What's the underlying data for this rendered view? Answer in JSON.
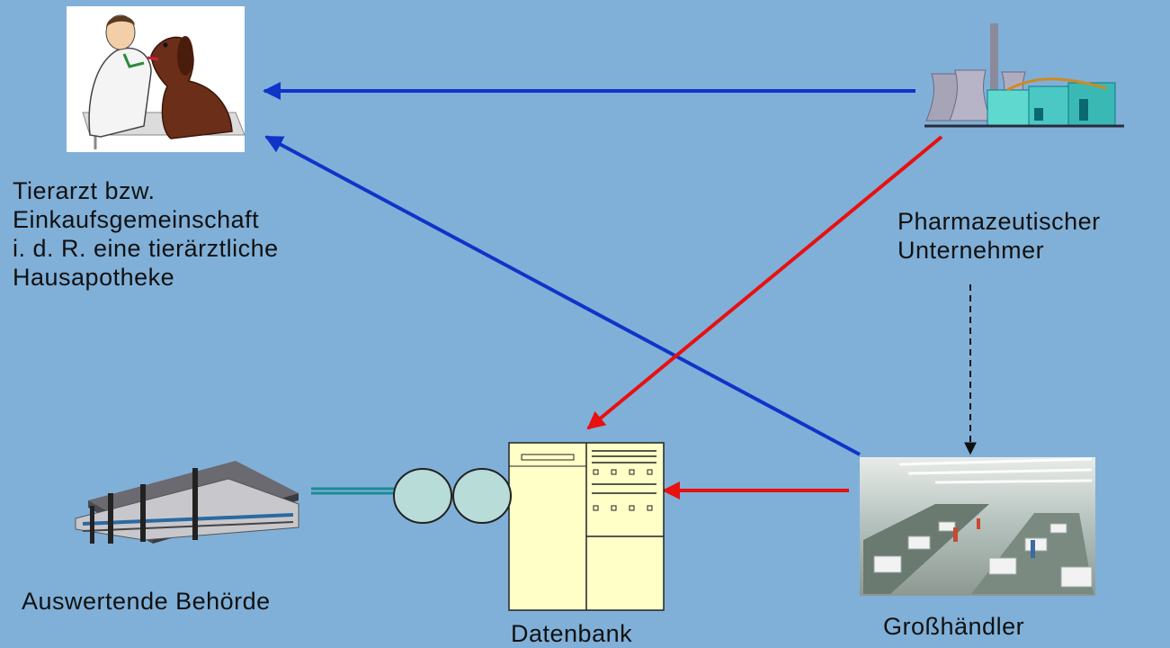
{
  "nodes": {
    "vet": {
      "label": "Tierarzt bzw.\nEinkaufsgemeinschaft\ni. d. R. eine tierärztliche\nHausapotheke",
      "icon": "veterinarian-with-dog-icon"
    },
    "pharma": {
      "label": "Pharmazeutischer\nUnternehmer",
      "icon": "factory-icon"
    },
    "authority": {
      "label": "Auswertende Behörde",
      "icon": "government-building-icon"
    },
    "database": {
      "label": "Datenbank",
      "icon": "database-server-icon"
    },
    "wholesaler": {
      "label": "Großhändler",
      "icon": "warehouse-photo-icon"
    }
  },
  "edges": [
    {
      "from": "pharma",
      "to": "vet",
      "color": "#1034c8",
      "style": "solid"
    },
    {
      "from": "wholesaler",
      "to": "vet",
      "color": "#1034c8",
      "style": "solid"
    },
    {
      "from": "pharma",
      "to": "database",
      "color": "#e81010",
      "style": "solid"
    },
    {
      "from": "wholesaler",
      "to": "database",
      "color": "#e81010",
      "style": "solid"
    },
    {
      "from": "pharma",
      "to": "wholesaler",
      "color": "#111111",
      "style": "dashed"
    },
    {
      "from": "database",
      "to": "authority",
      "color": "#1a8c94",
      "style": "solid"
    }
  ],
  "colors": {
    "background": "#80b0d8",
    "blue_arrow": "#1034c8",
    "red_arrow": "#e81010"
  }
}
